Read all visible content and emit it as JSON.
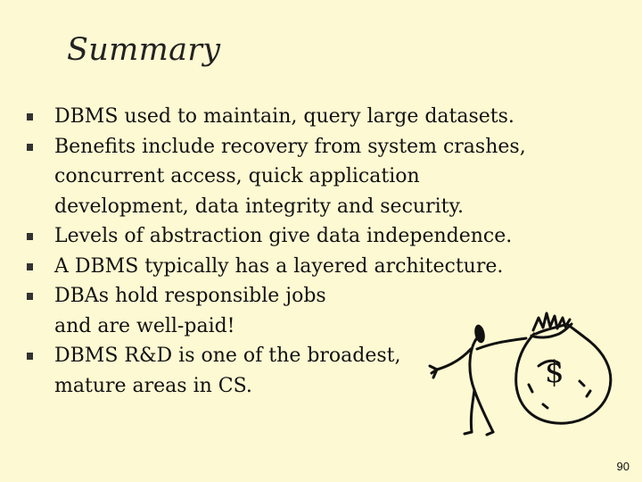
{
  "slide": {
    "title": "Summary",
    "bullets": [
      {
        "lines": [
          "DBMS used to maintain, query large datasets."
        ]
      },
      {
        "lines": [
          "Benefits include recovery from system crashes,",
          "concurrent access, quick application",
          "development, data integrity and security."
        ]
      },
      {
        "lines": [
          "Levels of abstraction give data independence."
        ]
      },
      {
        "lines": [
          "A DBMS typically has a layered architecture."
        ]
      },
      {
        "lines": [
          "DBAs hold responsible jobs",
          "and are well-paid!"
        ]
      },
      {
        "lines": [
          "DBMS R&D is one of the broadest,",
          "mature areas in CS."
        ]
      }
    ],
    "illustration": {
      "money_bag_symbol": "$",
      "icon": "man-with-money-bag-icon"
    },
    "page_number": "90"
  }
}
